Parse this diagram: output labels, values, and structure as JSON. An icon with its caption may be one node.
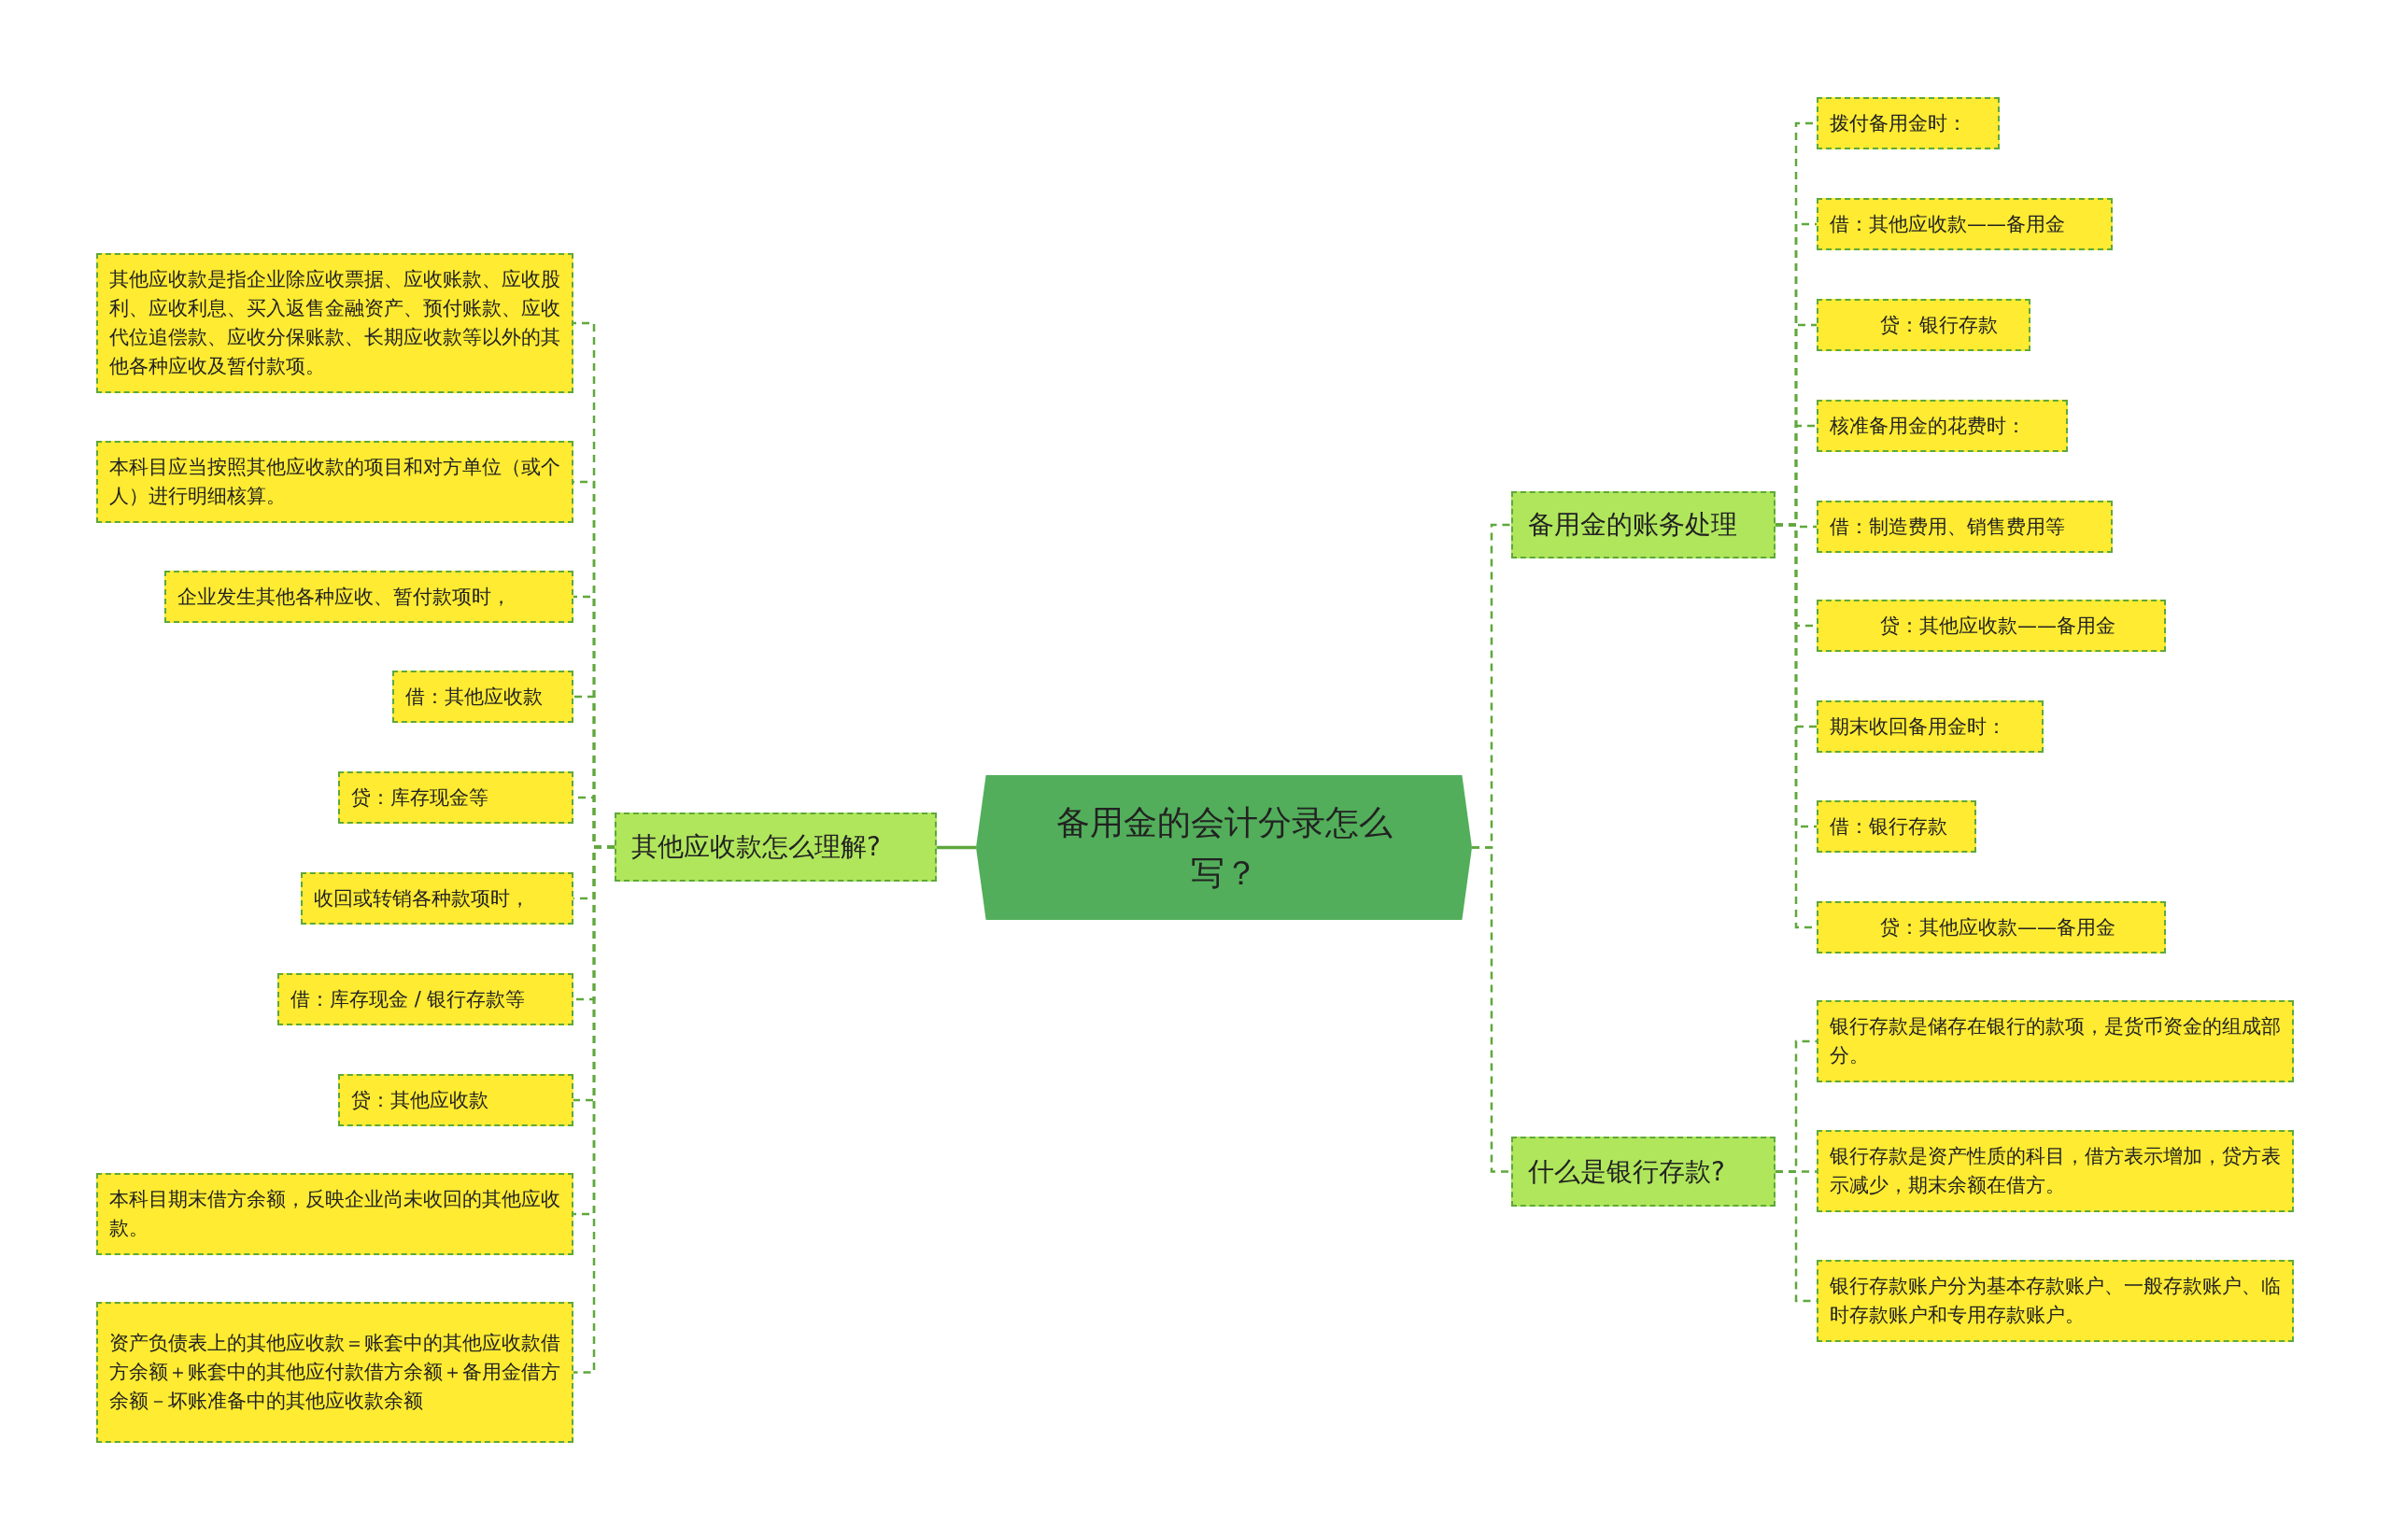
{
  "diagram": {
    "nodes": [
      {
        "text": [
          "备用金的会计分录怎么写？"
        ]
      },
      {
        "text": [
          "其他应收款怎么理解?"
        ]
      },
      {
        "text": [
          "其他应收款是指企业除应收票据、应收账款、应收股利、应收利息、买入返售金融资产、预付账款、应收代位追偿款、应收分保账款、长期应收款等以外的其他各种应收及暂付款项。"
        ]
      },
      {
        "text": [
          "本科目应当按照其他应收款的项目和对方单位（或个人）进行明细核算。"
        ]
      },
      {
        "text": [
          "企业发生其他各种应收、暂付款项时，"
        ]
      },
      {
        "text": [
          "借：其他应收款"
        ]
      },
      {
        "text": [
          "贷：库存现金等"
        ]
      },
      {
        "text": [
          "收回或转销各种款项时，"
        ]
      },
      {
        "text": [
          "借：库存现金 / 银行存款等"
        ]
      },
      {
        "text": [
          "贷：其他应收款"
        ]
      },
      {
        "text": [
          "本科目期末借方余额，反映企业尚未收回的其他应收款。"
        ]
      },
      {
        "text": [
          "资产负债表上的其他应收款＝账套中的其他应收款借方余额＋账套中的其他应付款借方余额＋备用金借方余额－坏账准备中的其他应收款余额"
        ]
      },
      {
        "text": [
          "备用金的账务处理"
        ]
      },
      {
        "text": [
          "拨付备用金时："
        ]
      },
      {
        "text": [
          "借：其他应收款——备用金"
        ]
      },
      {
        "text": [
          "贷：银行存款"
        ]
      },
      {
        "text": [
          "核准备用金的花费时："
        ]
      },
      {
        "text": [
          "借：制造费用、销售费用等"
        ]
      },
      {
        "text": [
          "贷：其他应收款——备用金"
        ]
      },
      {
        "text": [
          "期末收回备用金时："
        ]
      },
      {
        "text": [
          "借：银行存款"
        ]
      },
      {
        "text": [
          "贷：其他应收款——备用金"
        ]
      },
      {
        "text": [
          "什么是银行存款?"
        ]
      },
      {
        "text": [
          "银行存款是储存在银行的款项，是货币资金的组成部分。"
        ]
      },
      {
        "text": [
          "银行存款是资产性质的科目，借方表示增加，贷方表示减少，期末余额在借方。"
        ]
      },
      {
        "text": [
          "银行存款账户分为基本存款账户、一般存款账户、临时存款账户和专用存款账户。"
        ]
      }
    ],
    "edges": [
      {
        "from": 0,
        "to": 1,
        "arrow": "none"
      },
      {
        "from": 1,
        "to": 2,
        "arrow": "none",
        "style": "dashed"
      },
      {
        "from": 1,
        "to": 3,
        "arrow": "none",
        "style": "dashed"
      },
      {
        "from": 1,
        "to": 4,
        "arrow": "none",
        "style": "dashed"
      },
      {
        "from": 1,
        "to": 5,
        "arrow": "none",
        "style": "dashed"
      },
      {
        "from": 1,
        "to": 6,
        "arrow": "none",
        "style": "dashed"
      },
      {
        "from": 1,
        "to": 7,
        "arrow": "none",
        "style": "dashed"
      },
      {
        "from": 1,
        "to": 8,
        "arrow": "none",
        "style": "dashed"
      },
      {
        "from": 1,
        "to": 9,
        "arrow": "none",
        "style": "dashed"
      },
      {
        "from": 1,
        "to": 10,
        "arrow": "none",
        "style": "dashed"
      },
      {
        "from": 1,
        "to": 11,
        "arrow": "none",
        "style": "dashed"
      },
      {
        "from": 0,
        "to": 12,
        "arrow": "none",
        "style": "dashed"
      },
      {
        "from": 12,
        "to": 13,
        "arrow": "none",
        "style": "dashed"
      },
      {
        "from": 12,
        "to": 14,
        "arrow": "none",
        "style": "dashed"
      },
      {
        "from": 12,
        "to": 15,
        "arrow": "none",
        "style": "dashed"
      },
      {
        "from": 12,
        "to": 16,
        "arrow": "none",
        "style": "dashed"
      },
      {
        "from": 12,
        "to": 17,
        "arrow": "none",
        "style": "dashed"
      },
      {
        "from": 12,
        "to": 18,
        "arrow": "none",
        "style": "dashed"
      },
      {
        "from": 12,
        "to": 19,
        "arrow": "none",
        "style": "dashed"
      },
      {
        "from": 12,
        "to": 20,
        "arrow": "none",
        "style": "dashed"
      },
      {
        "from": 12,
        "to": 21,
        "arrow": "none",
        "style": "dashed"
      },
      {
        "from": 0,
        "to": 22,
        "arrow": "none",
        "style": "dashed"
      },
      {
        "from": 22,
        "to": 23,
        "arrow": "none",
        "style": "dashed"
      },
      {
        "from": 22,
        "to": 24,
        "arrow": "none",
        "style": "dashed"
      },
      {
        "from": 22,
        "to": 25,
        "arrow": "none",
        "style": "dashed"
      }
    ]
  }
}
